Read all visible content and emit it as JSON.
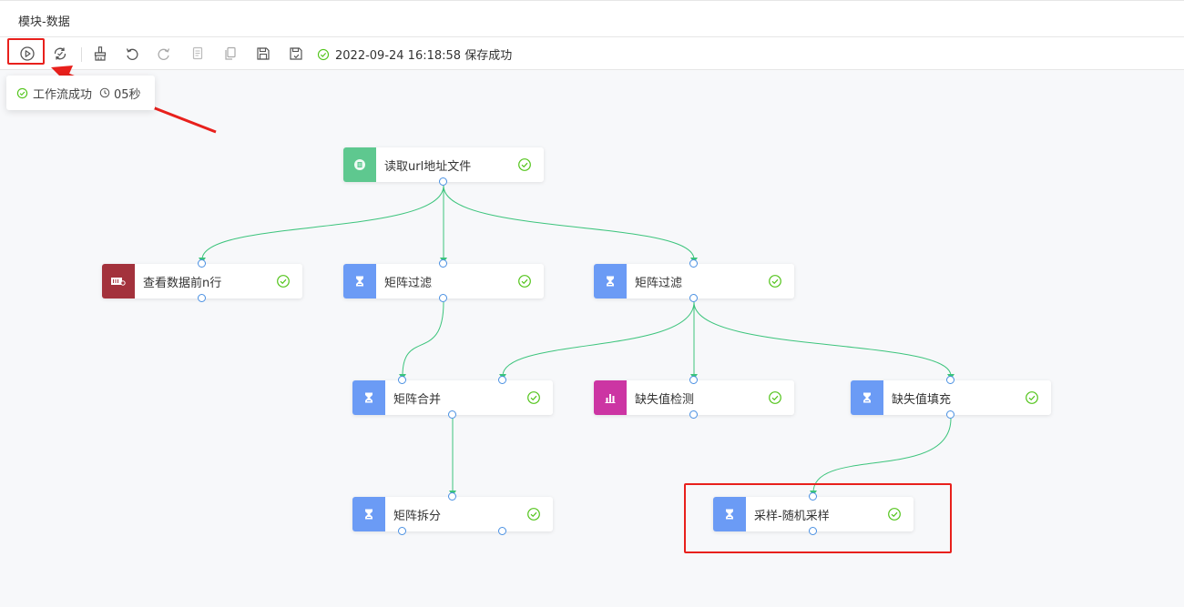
{
  "window": {
    "title": "模块-数据"
  },
  "toolbar": {
    "buttons": [
      {
        "name": "run-icon"
      },
      {
        "name": "refresh-icon"
      },
      {
        "name": "brush-icon"
      },
      {
        "name": "undo-icon"
      },
      {
        "name": "redo-icon"
      },
      {
        "name": "copy-icon"
      },
      {
        "name": "paste-icon"
      },
      {
        "name": "save-icon"
      },
      {
        "name": "save-as-icon"
      }
    ],
    "save_status": "2022-09-24 16:18:58 保存成功"
  },
  "toast": {
    "message": "工作流成功",
    "duration": "05秒"
  },
  "colors": {
    "success": "#52c41a",
    "edge": "#3cc47c",
    "port": "#4a90e2",
    "highlight": "#e8201c",
    "arrow": "#e8201c"
  },
  "nodes": [
    {
      "id": "read-url-file",
      "label": "读取url地址文件",
      "icon_color": "#5ec88f",
      "icon": "file-icon",
      "status": "success"
    },
    {
      "id": "view-top-n",
      "label": "查看数据前n行",
      "icon_color": "#a3323c",
      "icon": "table-view-icon",
      "status": "success"
    },
    {
      "id": "matrix-filter-1",
      "label": "矩阵过滤",
      "icon_color": "#6b9bf5",
      "icon": "hourglass-icon",
      "status": "success"
    },
    {
      "id": "matrix-filter-2",
      "label": "矩阵过滤",
      "icon_color": "#6b9bf5",
      "icon": "hourglass-icon",
      "status": "success"
    },
    {
      "id": "matrix-merge",
      "label": "矩阵合并",
      "icon_color": "#6b9bf5",
      "icon": "hourglass-icon",
      "status": "success"
    },
    {
      "id": "missing-detect",
      "label": "缺失值检测",
      "icon_color": "#cc35a3",
      "icon": "bar-chart-icon",
      "status": "success"
    },
    {
      "id": "missing-fill",
      "label": "缺失值填充",
      "icon_color": "#6b9bf5",
      "icon": "hourglass-icon",
      "status": "success"
    },
    {
      "id": "matrix-split",
      "label": "矩阵拆分",
      "icon_color": "#6b9bf5",
      "icon": "hourglass-icon",
      "status": "success"
    },
    {
      "id": "random-sample",
      "label": "采样-随机采样",
      "icon_color": "#6b9bf5",
      "icon": "hourglass-icon",
      "status": "success"
    }
  ]
}
